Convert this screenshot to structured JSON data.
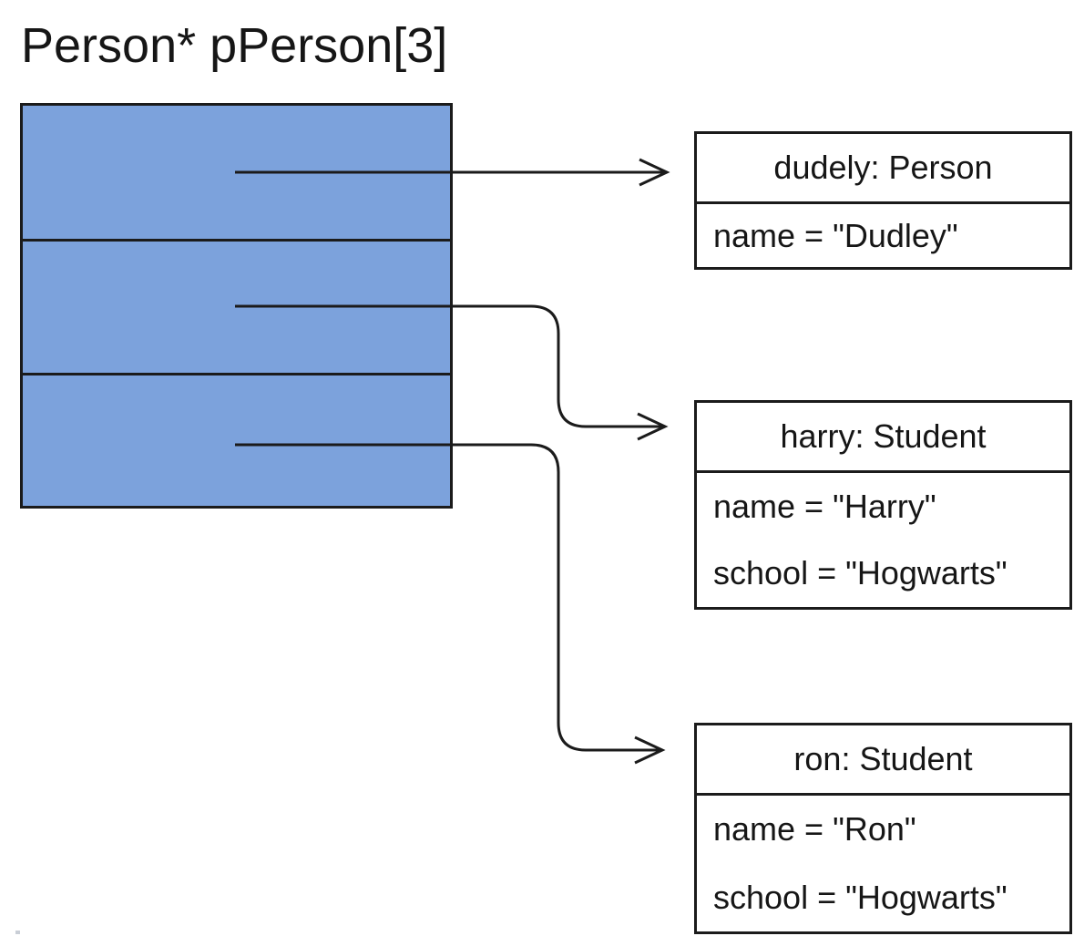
{
  "title": "Person* pPerson[3]",
  "colors": {
    "array_fill": "#7CA2DC",
    "line": "#1B1B1B",
    "background": "#FFFFFF"
  },
  "array": {
    "cell_count": 3,
    "cells": [
      {
        "points_to": "dudely: Person"
      },
      {
        "points_to": "harry: Student"
      },
      {
        "points_to": "ron: Student"
      }
    ]
  },
  "objects": [
    {
      "header": "dudely: Person",
      "fields": [
        "name = \"Dudley\""
      ]
    },
    {
      "header": "harry: Student",
      "fields": [
        "name = \"Harry\"",
        "school = \"Hogwarts\""
      ]
    },
    {
      "header": "ron: Student",
      "fields": [
        "name = \"Ron\"",
        "school = \"Hogwarts\""
      ]
    }
  ]
}
